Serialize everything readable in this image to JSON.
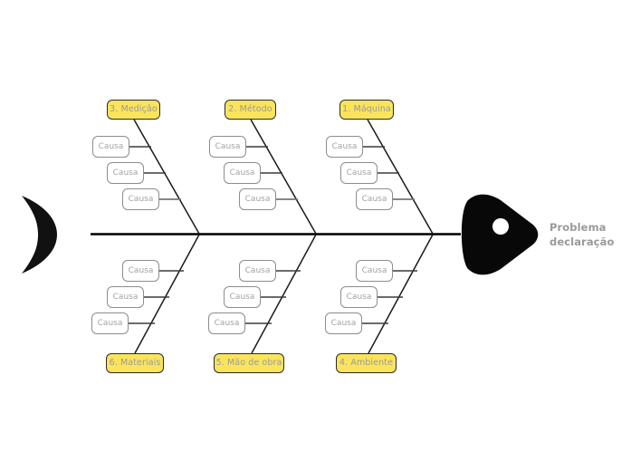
{
  "diagram": {
    "type": "fishbone-ishikawa",
    "background_color": "#ffffff",
    "spine_color": "#000000",
    "bone_color": "#1a1a1a",
    "category_fill": "#fae45c",
    "category_border": "#2b2b2b",
    "category_text_color": "#9a9a9a",
    "cause_border": "#8d8d8d",
    "cause_text_color": "#a3a3a3",
    "problem_text_color": "#9a9a9a"
  },
  "problem": {
    "line1": "Problema",
    "line2": "declaração"
  },
  "categories_top": [
    {
      "label": "3. Medição",
      "causes": [
        {
          "label": "Causa"
        },
        {
          "label": "Causa"
        },
        {
          "label": "Causa"
        }
      ]
    },
    {
      "label": "2. Método",
      "causes": [
        {
          "label": "Causa"
        },
        {
          "label": "Causa"
        },
        {
          "label": "Causa"
        }
      ]
    },
    {
      "label": "1. Máquina",
      "causes": [
        {
          "label": "Causa"
        },
        {
          "label": "Causa"
        },
        {
          "label": "Causa"
        }
      ]
    }
  ],
  "categories_bottom": [
    {
      "label": "6. Materiais",
      "causes": [
        {
          "label": "Causa"
        },
        {
          "label": "Causa"
        },
        {
          "label": "Causa"
        }
      ]
    },
    {
      "label": "5. Mão de obra",
      "causes": [
        {
          "label": "Causa"
        },
        {
          "label": "Causa"
        },
        {
          "label": "Causa"
        }
      ]
    },
    {
      "label": "4. Ambiente",
      "causes": [
        {
          "label": "Causa"
        },
        {
          "label": "Causa"
        },
        {
          "label": "Causa"
        }
      ]
    }
  ]
}
